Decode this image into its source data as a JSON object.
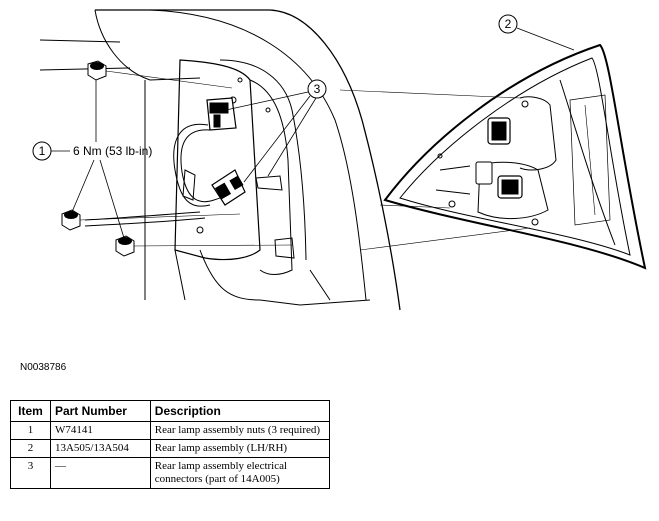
{
  "callouts": [
    {
      "number": "1",
      "text": "6 Nm (53 lb-in)"
    },
    {
      "number": "2",
      "text": ""
    },
    {
      "number": "3",
      "text": ""
    }
  ],
  "figure_id": "N0038786",
  "table": {
    "headers": {
      "item": "Item",
      "part_number": "Part Number",
      "description": "Description"
    },
    "rows": [
      {
        "item": "1",
        "part_number": "W74141",
        "description": "Rear lamp assembly nuts (3 required)"
      },
      {
        "item": "2",
        "part_number": "13A505/13A504",
        "description": "Rear lamp assembly (LH/RH)"
      },
      {
        "item": "3",
        "part_number": "—",
        "description": "Rear lamp assembly electrical connectors (part of 14A005)"
      }
    ]
  }
}
